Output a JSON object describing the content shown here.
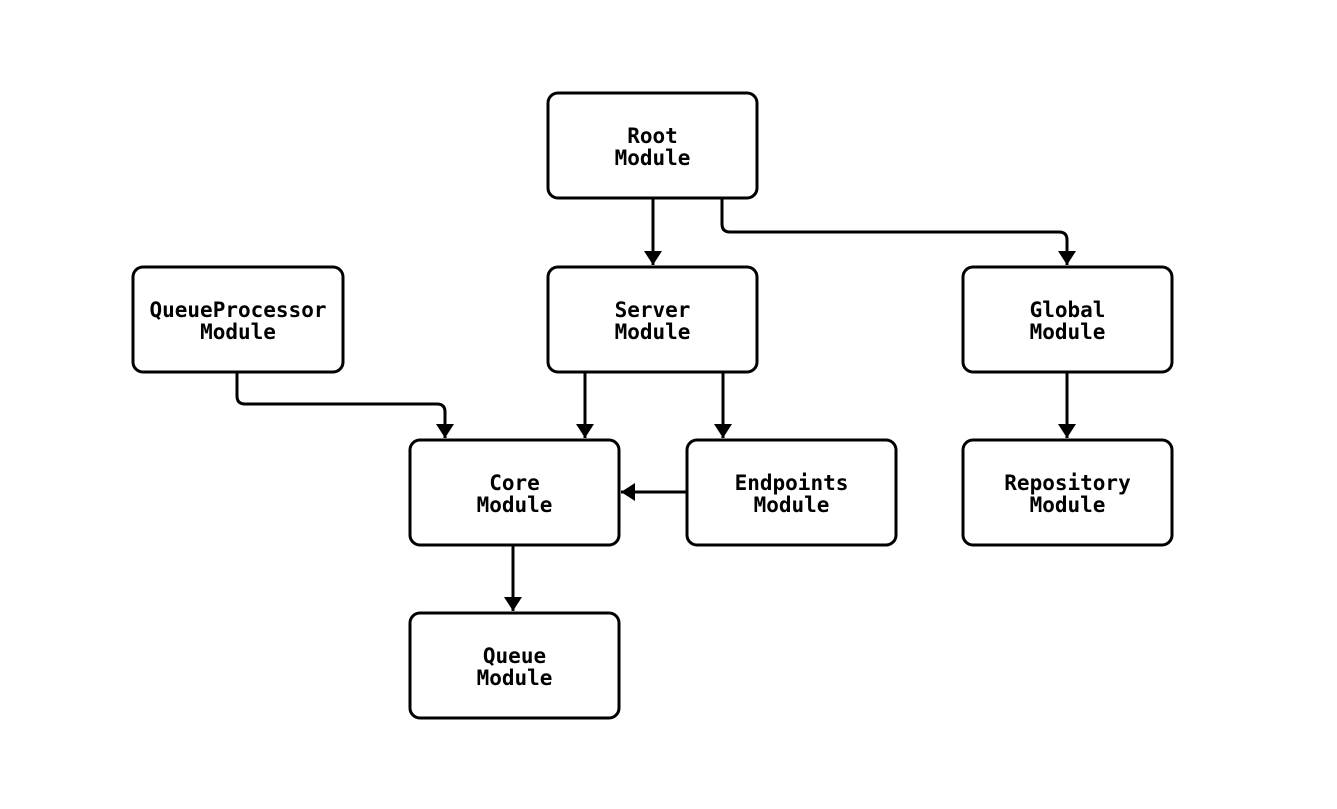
{
  "diagram": {
    "type": "flowchart",
    "background_color": "#ffffff",
    "stroke_color": "#000000",
    "node_fill_color": "#ffffff",
    "nodes": [
      {
        "id": "root",
        "line1": "Root",
        "line2": "Module"
      },
      {
        "id": "queueprocessor",
        "line1": "QueueProcessor",
        "line2": "Module"
      },
      {
        "id": "server",
        "line1": "Server",
        "line2": "Module"
      },
      {
        "id": "global",
        "line1": "Global",
        "line2": "Module"
      },
      {
        "id": "core",
        "line1": "Core",
        "line2": "Module"
      },
      {
        "id": "endpoints",
        "line1": "Endpoints",
        "line2": "Module"
      },
      {
        "id": "repository",
        "line1": "Repository",
        "line2": "Module"
      },
      {
        "id": "queue",
        "line1": "Queue",
        "line2": "Module"
      }
    ],
    "edges": [
      {
        "from": "root",
        "to": "server"
      },
      {
        "from": "root",
        "to": "global"
      },
      {
        "from": "queueprocessor",
        "to": "core"
      },
      {
        "from": "server",
        "to": "core"
      },
      {
        "from": "server",
        "to": "endpoints"
      },
      {
        "from": "global",
        "to": "repository"
      },
      {
        "from": "endpoints",
        "to": "core"
      },
      {
        "from": "core",
        "to": "queue"
      }
    ]
  }
}
